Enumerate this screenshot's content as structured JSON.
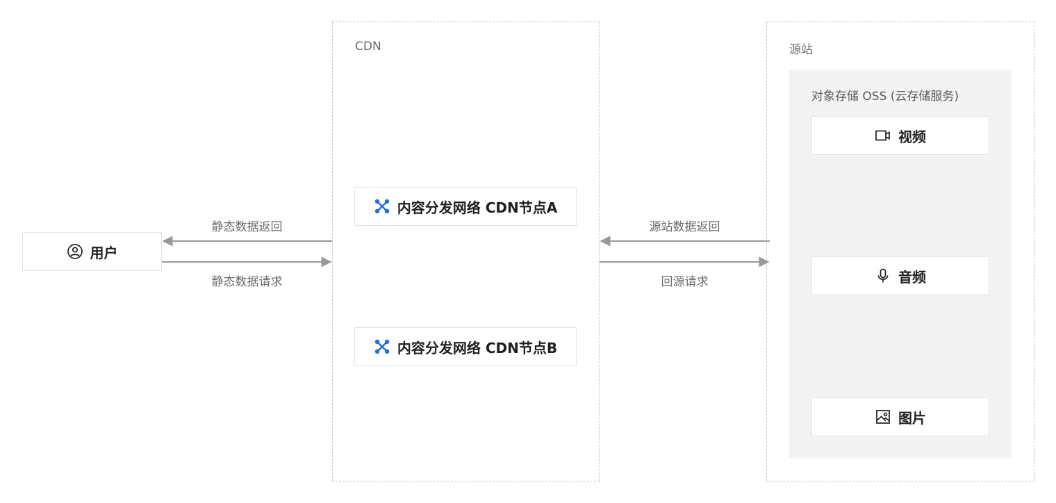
{
  "user": {
    "label": "用户",
    "icon": "user-icon"
  },
  "cdn": {
    "title": "CDN",
    "nodes": [
      {
        "label": "内容分发网络 CDN节点A",
        "icon": "cdn-network-icon"
      },
      {
        "label": "内容分发网络 CDN节点B",
        "icon": "cdn-network-icon"
      }
    ]
  },
  "origin": {
    "title": "源站",
    "oss": {
      "title": "对象存储 OSS (云存储服务)",
      "items": [
        {
          "label": "视频",
          "icon": "video-icon"
        },
        {
          "label": "音频",
          "icon": "microphone-icon"
        },
        {
          "label": "图片",
          "icon": "image-icon"
        }
      ]
    }
  },
  "edges": {
    "static_return": "静态数据返回",
    "static_request": "静态数据请求",
    "origin_return": "源站数据返回",
    "origin_request": "回源请求"
  },
  "colors": {
    "accent": "#1f6fe5",
    "arrow": "#999999",
    "dashed_border": "#c4c4c4",
    "panel_bg": "#f3f3f4"
  }
}
